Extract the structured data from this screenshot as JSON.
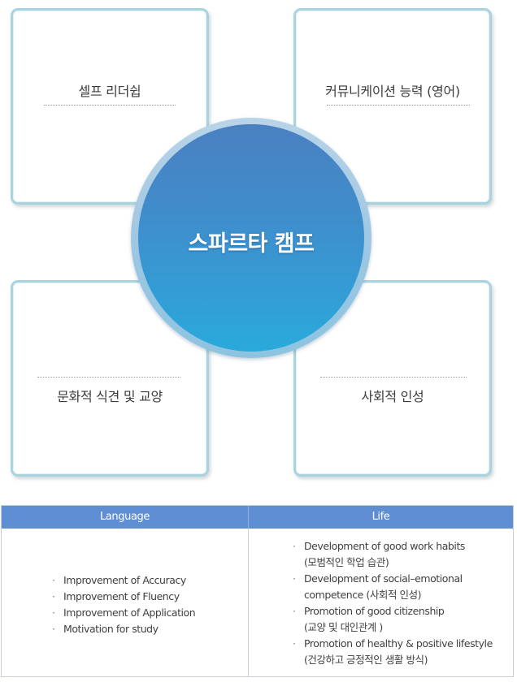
{
  "cards": {
    "top_left": "셀프 리더쉽",
    "top_right": "커뮤니케이션 능력 (영어)",
    "bottom_left": "문화적 식견 및 교양",
    "bottom_right": "사회적 인성"
  },
  "center": {
    "title": "스파르타 캠프"
  },
  "table": {
    "headers": {
      "language": "Language",
      "life": "Life"
    },
    "language_items": [
      "Improvement of Accuracy",
      "Improvement of Fluency",
      "Improvement of Application",
      "Motivation for study"
    ],
    "life_items": [
      {
        "line1": "Development of good work habits",
        "line2": "(모범적인 학업 습관)"
      },
      {
        "line1": "Development of social–emotional",
        "line2": "competence (사회적 인성)"
      },
      {
        "line1": "Promotion of good citizenship",
        "line2": "(교양 및 대인관계 )"
      },
      {
        "line1": "Promotion of healthy & positive lifestyle",
        "line2": "(건강하고 긍정적인 생활 방식)"
      }
    ],
    "bullet": "·"
  },
  "colors": {
    "card_border": "#a9d3df",
    "circle_top": "#4a80c0",
    "circle_bottom": "#2aa9db",
    "table_header": "#5f8ed2"
  }
}
